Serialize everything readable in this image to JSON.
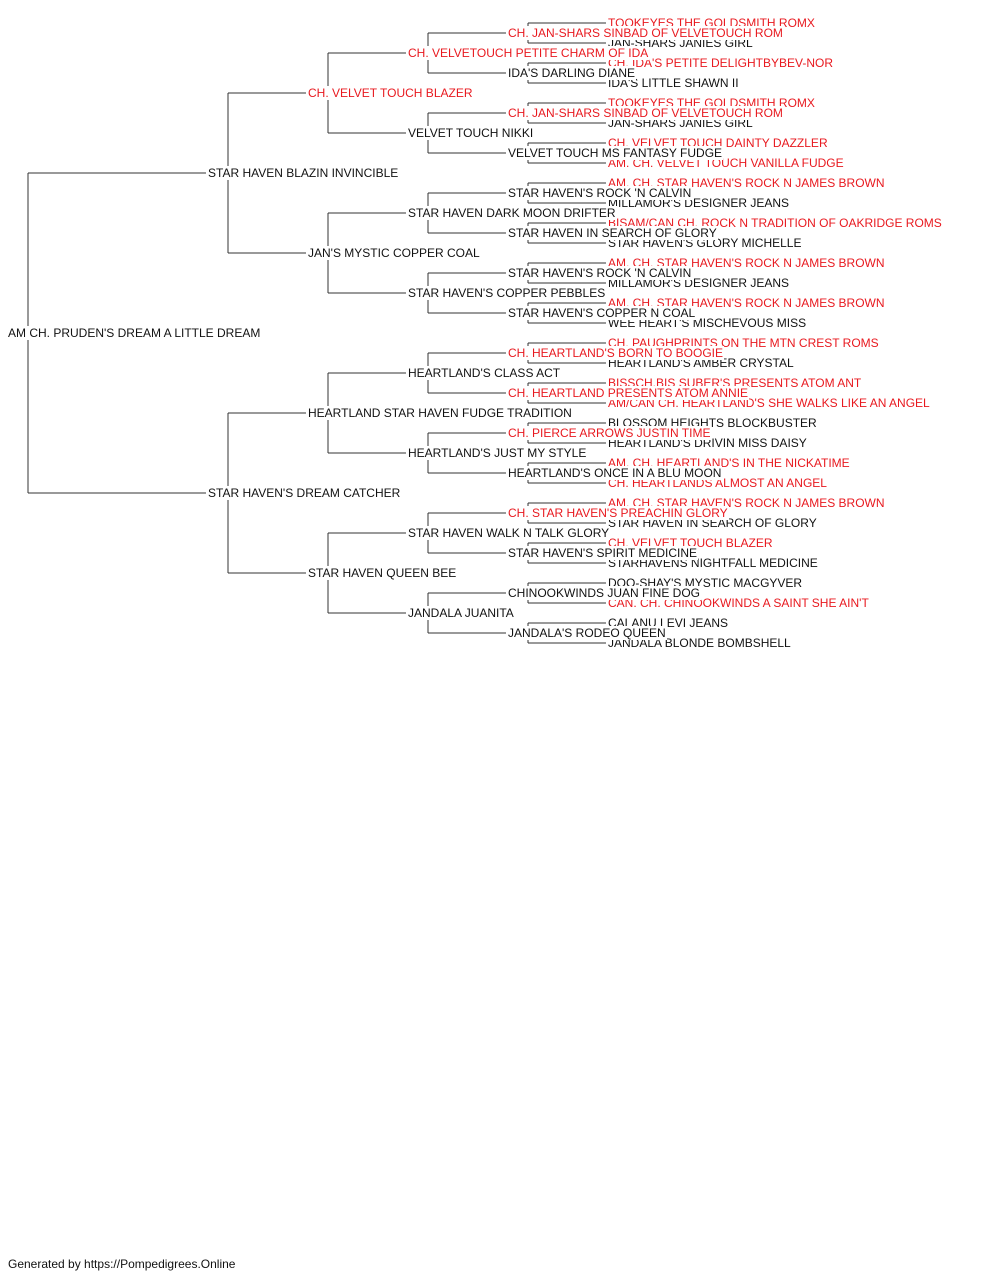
{
  "colors": {
    "titled": "#e8191f",
    "plain": "#111111",
    "lines": "#333333"
  },
  "pedigree": {
    "name": "AM CH. PRUDEN'S DREAM A LITTLE DREAM",
    "titled": false,
    "sire": {
      "name": "STAR HAVEN BLAZIN INVINCIBLE",
      "titled": false,
      "sire": {
        "name": "CH. VELVET TOUCH BLAZER",
        "titled": true,
        "sire": {
          "name": "CH. VELVETOUCH PETITE CHARM OF IDA",
          "titled": true,
          "sire": {
            "name": "CH. JAN-SHARS SINBAD OF VELVETOUCH ROM",
            "titled": true,
            "sire": {
              "name": "TOOKEYES THE GOLDSMITH ROMX",
              "titled": true
            },
            "dam": {
              "name": "JAN-SHARS JANIES GIRL",
              "titled": false
            }
          },
          "dam": {
            "name": "IDA'S DARLING DIANE",
            "titled": false,
            "sire": {
              "name": "CH. IDA'S PETITE DELIGHTBYBEV-NOR",
              "titled": true
            },
            "dam": {
              "name": "IDA'S LITTLE SHAWN II",
              "titled": false
            }
          }
        },
        "dam": {
          "name": "VELVET TOUCH NIKKI",
          "titled": false,
          "sire": {
            "name": "CH. JAN-SHARS SINBAD OF VELVETOUCH ROM",
            "titled": true,
            "sire": {
              "name": "TOOKEYES THE GOLDSMITH ROMX",
              "titled": true
            },
            "dam": {
              "name": "JAN-SHARS JANIES GIRL",
              "titled": false
            }
          },
          "dam": {
            "name": "VELVET TOUCH MS FANTASY FUDGE",
            "titled": false,
            "sire": {
              "name": "CH. VELVET TOUCH DAINTY DAZZLER",
              "titled": true
            },
            "dam": {
              "name": "AM. CH. VELVET TOUCH VANILLA FUDGE",
              "titled": true
            }
          }
        }
      },
      "dam": {
        "name": "JAN'S MYSTIC COPPER COAL",
        "titled": false,
        "sire": {
          "name": "STAR HAVEN DARK MOON DRIFTER",
          "titled": false,
          "sire": {
            "name": "STAR HAVEN'S ROCK 'N CALVIN",
            "titled": false,
            "sire": {
              "name": "AM. CH. STAR HAVEN'S ROCK N JAMES BROWN",
              "titled": true
            },
            "dam": {
              "name": "MILLAMOR'S DESIGNER JEANS",
              "titled": false
            }
          },
          "dam": {
            "name": "STAR HAVEN IN SEARCH OF GLORY",
            "titled": false,
            "sire": {
              "name": "BISAM/CAN CH. ROCK N TRADITION OF OAKRIDGE ROMS",
              "titled": true
            },
            "dam": {
              "name": "STAR HAVEN'S GLORY MICHELLE",
              "titled": false
            }
          }
        },
        "dam": {
          "name": "STAR HAVEN'S COPPER PEBBLES",
          "titled": false,
          "sire": {
            "name": "STAR HAVEN'S ROCK 'N CALVIN",
            "titled": false,
            "sire": {
              "name": "AM. CH. STAR HAVEN'S ROCK N JAMES BROWN",
              "titled": true
            },
            "dam": {
              "name": "MILLAMOR'S DESIGNER JEANS",
              "titled": false
            }
          },
          "dam": {
            "name": "STAR HAVEN'S COPPER N COAL",
            "titled": false,
            "sire": {
              "name": "AM. CH. STAR HAVEN'S ROCK N JAMES BROWN",
              "titled": true
            },
            "dam": {
              "name": "WEE HEART'S MISCHEVOUS MISS",
              "titled": false
            }
          }
        }
      }
    },
    "dam": {
      "name": "STAR HAVEN'S DREAM CATCHER",
      "titled": false,
      "sire": {
        "name": "HEARTLAND STAR HAVEN FUDGE TRADITION",
        "titled": false,
        "sire": {
          "name": "HEARTLAND'S CLASS ACT",
          "titled": false,
          "sire": {
            "name": "CH. HEARTLAND'S BORN TO BOOGIE",
            "titled": true,
            "sire": {
              "name": "CH. PAUGHPRINTS ON THE MTN CREST ROMS",
              "titled": true
            },
            "dam": {
              "name": "HEARTLAND'S AMBER CRYSTAL",
              "titled": false
            }
          },
          "dam": {
            "name": "CH. HEARTLAND PRESENTS ATOM ANNIE",
            "titled": true,
            "sire": {
              "name": "BISSCH.BIS SUBER'S PRESENTS ATOM ANT",
              "titled": true
            },
            "dam": {
              "name": "AM/CAN CH. HEARTLAND'S SHE WALKS LIKE AN ANGEL",
              "titled": true
            }
          }
        },
        "dam": {
          "name": "HEARTLAND'S JUST MY STYLE",
          "titled": false,
          "sire": {
            "name": "CH. PIERCE ARROWS JUSTIN TIME",
            "titled": true,
            "sire": {
              "name": "BLOSSOM HEIGHTS BLOCKBUSTER",
              "titled": false
            },
            "dam": {
              "name": "HEARTLAND'S DRIVIN MISS DAISY",
              "titled": false
            }
          },
          "dam": {
            "name": "HEARTLAND'S ONCE IN A BLU MOON",
            "titled": false,
            "sire": {
              "name": "AM. CH. HEARTLAND'S IN THE NICKATIME",
              "titled": true
            },
            "dam": {
              "name": "CH. HEARTLANDS ALMOST AN ANGEL",
              "titled": true
            }
          }
        }
      },
      "dam": {
        "name": "STAR HAVEN QUEEN BEE",
        "titled": false,
        "sire": {
          "name": "STAR HAVEN WALK N TALK GLORY",
          "titled": false,
          "sire": {
            "name": "CH. STAR HAVEN'S PREACHIN GLORY",
            "titled": true,
            "sire": {
              "name": "AM. CH. STAR HAVEN'S ROCK N JAMES BROWN",
              "titled": true
            },
            "dam": {
              "name": "STAR HAVEN IN SEARCH OF GLORY",
              "titled": false
            }
          },
          "dam": {
            "name": "STAR HAVEN'S SPIRIT MEDICINE",
            "titled": false,
            "sire": {
              "name": "CH. VELVET TOUCH BLAZER",
              "titled": true
            },
            "dam": {
              "name": "STARHAVENS NIGHTFALL MEDICINE",
              "titled": false
            }
          }
        },
        "dam": {
          "name": "JANDALA JUANITA",
          "titled": false,
          "sire": {
            "name": "CHINOOKWINDS JUAN FINE DOG",
            "titled": false,
            "sire": {
              "name": "DOO-SHAY'S MYSTIC MACGYVER",
              "titled": false
            },
            "dam": {
              "name": "CAN. CH. CHINOOKWINDS A SAINT SHE AIN'T",
              "titled": true
            }
          },
          "dam": {
            "name": "JANDALA'S RODEO QUEEN",
            "titled": false,
            "sire": {
              "name": "CALANU LEVI JEANS",
              "titled": false
            },
            "dam": {
              "name": "JANDALA BLONDE BOMBSHELL",
              "titled": false
            }
          }
        }
      }
    }
  },
  "footer": {
    "text": "Generated by https://Pompedigrees.Online"
  }
}
